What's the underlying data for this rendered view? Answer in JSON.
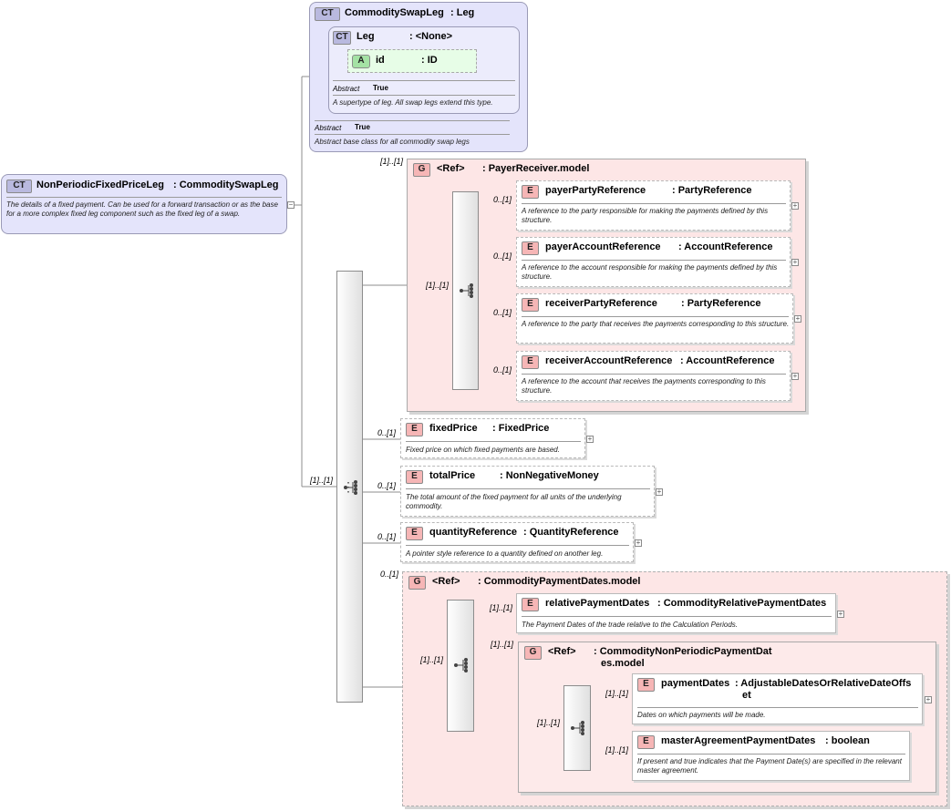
{
  "root": {
    "badge": "CT",
    "name": "NonPeriodicFixedPriceLeg",
    "type": ": CommoditySwapLeg",
    "doc": "The details of a fixed payment. Can be used for a forward transaction or as the base for a more complex fixed leg component such as the fixed leg of a swap."
  },
  "base": {
    "badge": "CT",
    "name": "CommoditySwapLeg",
    "type": ": Leg",
    "abstract_label": "Abstract",
    "abstract_value": "True",
    "doc": "Abstract base class for all commodity swap legs",
    "leg": {
      "badge": "CT",
      "name": "Leg",
      "type": ": <None>",
      "abstract_label": "Abstract",
      "abstract_value": "True",
      "doc": "A supertype of leg. All swap legs extend this type.",
      "attr": {
        "badge": "A",
        "name": "id",
        "type": ": ID"
      }
    }
  },
  "main_seq_card": "[1]..[1]",
  "payer_group": {
    "card": "[1]..[1]",
    "badge": "G",
    "ref": "<Ref>",
    "name": ": PayerReceiver.model",
    "seq_card": "[1]..[1]",
    "elements": [
      {
        "card": "0..[1]",
        "badge": "E",
        "name": "payerPartyReference",
        "type": ": PartyReference",
        "doc": "A reference to the party responsible for making the payments defined by this structure."
      },
      {
        "card": "0..[1]",
        "badge": "E",
        "name": "payerAccountReference",
        "type": ": AccountReference",
        "doc": "A reference to the account responsible for making the payments defined by this structure."
      },
      {
        "card": "0..[1]",
        "badge": "E",
        "name": "receiverPartyReference",
        "type": ": PartyReference",
        "doc": "A reference to the party that receives the payments corresponding to this structure."
      },
      {
        "card": "0..[1]",
        "badge": "E",
        "name": "receiverAccountReference",
        "type": ": AccountReference",
        "doc": "A reference to the account that receives the payments corresponding to this structure."
      }
    ]
  },
  "elements": [
    {
      "card": "0..[1]",
      "badge": "E",
      "name": "fixedPrice",
      "type": ": FixedPrice",
      "doc": "Fixed price on which fixed payments are based."
    },
    {
      "card": "0..[1]",
      "badge": "E",
      "name": "totalPrice",
      "type": ": NonNegativeMoney",
      "doc": "The total amount of the fixed payment for all units of the underlying commodity."
    },
    {
      "card": "0..[1]",
      "badge": "E",
      "name": "quantityReference",
      "type": ": QuantityReference",
      "doc": "A pointer style reference to a quantity defined on another leg."
    }
  ],
  "payment_group": {
    "card": "0..[1]",
    "badge": "G",
    "ref": "<Ref>",
    "name": ": CommodityPaymentDates.model",
    "seq_card": "[1]..[1]",
    "relative": {
      "card": "[1]..[1]",
      "badge": "E",
      "name": "relativePaymentDates",
      "type": ": CommodityRelativePaymentDates",
      "doc": "The Payment Dates of the trade relative to the Calculation Periods."
    },
    "nonperiodic": {
      "card": "[1]..[1]",
      "badge": "G",
      "ref": "<Ref>",
      "name": ": CommodityNonPeriodicPaymentDat",
      "name2": "es.model",
      "seq_card": "[1]..[1]",
      "payment": {
        "card": "[1]..[1]",
        "badge": "E",
        "name": "paymentDates",
        "type": ": AdjustableDatesOrRelativeDateOffs",
        "type2": "et",
        "doc": "Dates on which payments will be made."
      },
      "master": {
        "card": "[1]..[1]",
        "badge": "E",
        "name": "masterAgreementPaymentDates",
        "type": ": boolean",
        "doc": "If present and true indicates that the Payment Date(s) are specified in the relevant master agreement."
      }
    }
  }
}
